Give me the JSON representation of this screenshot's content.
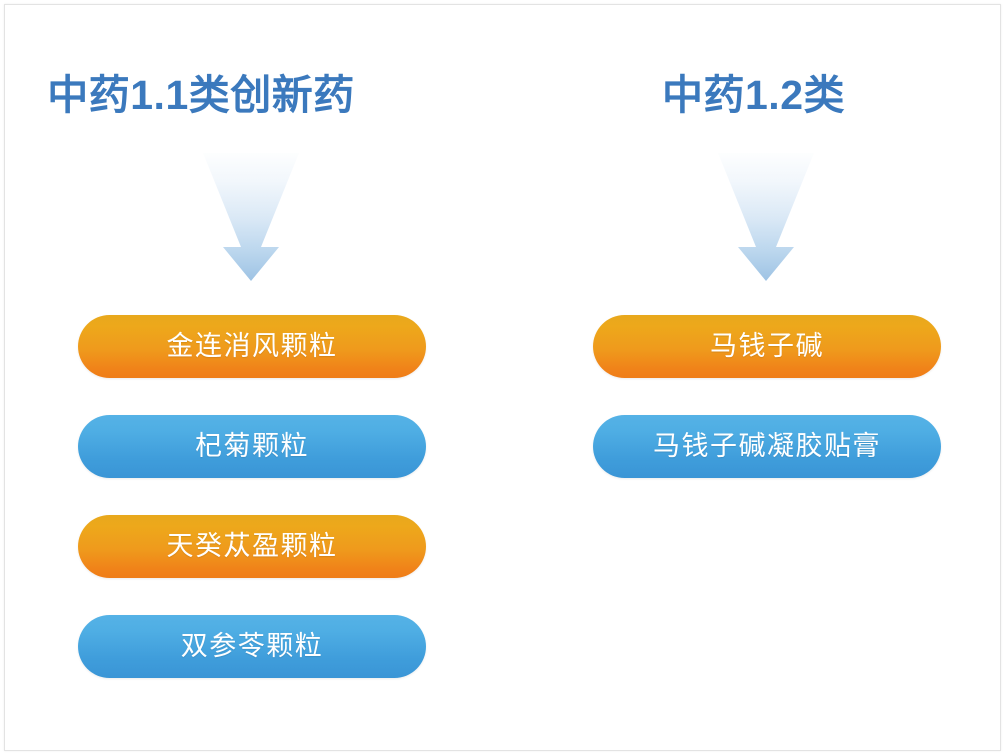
{
  "slide": {
    "background_color": "#ffffff",
    "border_color": "#e3e3e3"
  },
  "theme": {
    "title_color": "#3b79bd",
    "orange_top": "#e8a81c",
    "orange_bottom": "#ef7d18",
    "blue_top": "#55b2e6",
    "blue_bottom": "#3a95d6",
    "arrow_top": "#fbfdfe",
    "arrow_bottom": "#9ec3e4",
    "pill_text_color": "#ffffff"
  },
  "columns": [
    {
      "id": "tcm-class-1-1",
      "title": "中药1.1类创新药",
      "arrow_icon": "down-arrow-icon",
      "items": [
        {
          "label": "金连消风颗粒",
          "color": "orange"
        },
        {
          "label": "杞菊颗粒",
          "color": "blue"
        },
        {
          "label": "天癸苁盈颗粒",
          "color": "orange"
        },
        {
          "label": "双参苓颗粒",
          "color": "blue"
        }
      ]
    },
    {
      "id": "tcm-class-1-2",
      "title": "中药1.2类",
      "arrow_icon": "down-arrow-icon",
      "items": [
        {
          "label": "马钱子碱",
          "color": "orange"
        },
        {
          "label": "马钱子碱凝胶贴膏",
          "color": "blue"
        }
      ]
    }
  ]
}
